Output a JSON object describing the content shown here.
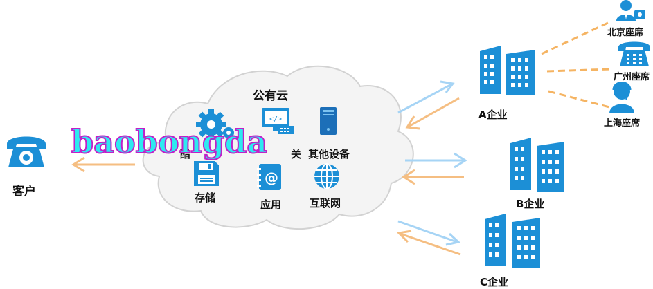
{
  "cloud": {
    "title": "公有云"
  },
  "services": {
    "other_devices": "其他设备",
    "storage": "存储",
    "app": "应用",
    "internet": "互联网",
    "partial_left": "醋",
    "partial_right": "关"
  },
  "customer": {
    "label": "客户"
  },
  "enterprises": {
    "a": "A企业",
    "b": "B企业",
    "c": "C企业"
  },
  "seats": {
    "beijing": "北京座席",
    "guangzhou": "广州座席",
    "shanghai": "上海座席"
  },
  "watermark": {
    "text": "baobongda"
  },
  "colors": {
    "blue": "#1c8fd6",
    "arrow_blue": "#a6d4f5",
    "arrow_orange": "#f5be82",
    "dash": "#f5b463"
  }
}
